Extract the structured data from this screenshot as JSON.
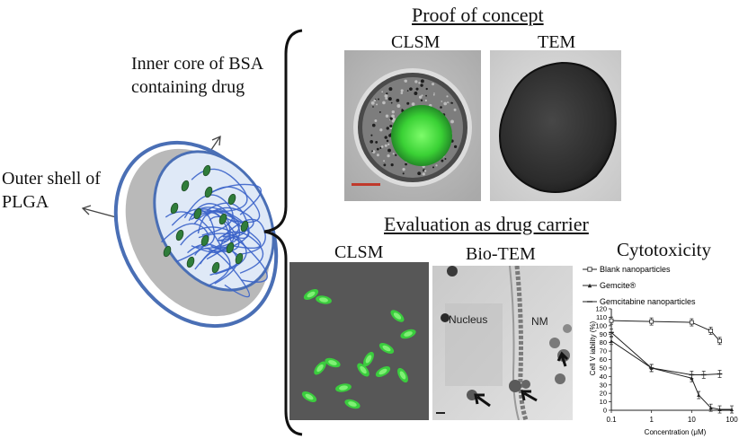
{
  "labels": {
    "inner_core": [
      "Inner core of BSA",
      "containing drug"
    ],
    "outer_shell": [
      "Outer shell of",
      "PLGA"
    ],
    "proof_heading": "Proof of concept",
    "proof_clsm": "CLSM",
    "proof_tem": "TEM",
    "eval_heading": "Evaluation  as drug carrier",
    "eval_clsm": "CLSM",
    "eval_biotem": "Bio-TEM",
    "cytotox_title": "Cytotoxicity",
    "biotem_nucleus": "Nucleus",
    "biotem_nm": "NM"
  },
  "colors": {
    "shell_outer": "#4a6fb5",
    "shell_gray": "#b9b9b9",
    "core_fill": "#dfe9f7",
    "fiber": "#3b63c9",
    "drug": "#2f7d3a",
    "fluorescence": "#36e03a"
  },
  "chart_data": {
    "type": "line",
    "title": "Cytotoxicity",
    "xlabel": "Concentration (μM)",
    "ylabel": "Cell V iability (%)",
    "x_scale": "log",
    "xlim": [
      0.1,
      100
    ],
    "ylim": [
      0,
      120
    ],
    "x_ticks": [
      "0.1",
      "1",
      "10",
      "100"
    ],
    "y_ticks": [
      "0",
      "10",
      "20",
      "30",
      "40",
      "50",
      "60",
      "70",
      "80",
      "90",
      "100",
      "110",
      "120"
    ],
    "legend_position": "top",
    "series": [
      {
        "name": "Blank nanoparticles",
        "marker": "open-square",
        "x": [
          0.1,
          1,
          10,
          30,
          50
        ],
        "y": [
          106,
          105,
          104,
          94,
          82
        ]
      },
      {
        "name": "Gemcite®",
        "marker": "filled-triangle",
        "x": [
          0.1,
          1,
          10,
          15,
          30,
          50,
          100
        ],
        "y": [
          82,
          50,
          38,
          18,
          3,
          1,
          1
        ]
      },
      {
        "name": "Gemcitabine nanoparticles",
        "marker": "dash",
        "x": [
          0.1,
          1,
          10,
          20,
          50
        ],
        "y": [
          92,
          50,
          42,
          42,
          43
        ]
      }
    ]
  }
}
